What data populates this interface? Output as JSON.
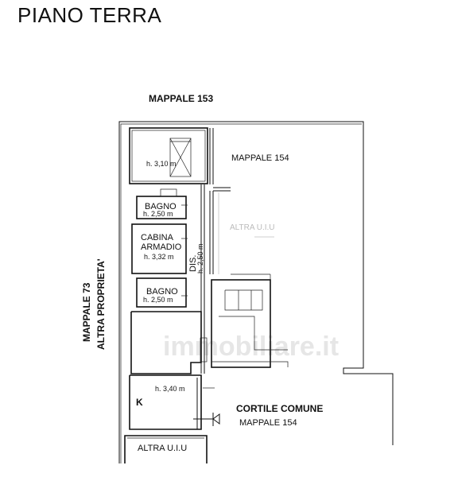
{
  "title": "PIANO TERRA",
  "labels": {
    "north": "MAPPALE 153",
    "west_line1": "MAPPALE 73",
    "west_line2": "ALTRA PROPRIETA'",
    "mappale154_top": "MAPPALE 154",
    "altra_uiu_right": "ALTRA U.I.U",
    "altra_uiu_bottom": "ALTRA U.I.U",
    "cortile": "CORTILE COMUNE",
    "cortile_mappale": "MAPPALE 154",
    "watermark": "immobiliare.it"
  },
  "rooms": {
    "top_room_height": "h. 3,10 m",
    "bagno1_name": "BAGNO",
    "bagno1_height": "h. 2,50 m",
    "cabina_line1": "CABINA",
    "cabina_line2": "ARMADIO",
    "cabina_height": "h. 3,32 m",
    "dis_name": "DIS.",
    "dis_height": "h. 2,50 m",
    "bagno2_name": "BAGNO",
    "bagno2_height": "h. 2,50 m",
    "kitchen_height": "h. 3,40 m",
    "kitchen_label": "K"
  }
}
